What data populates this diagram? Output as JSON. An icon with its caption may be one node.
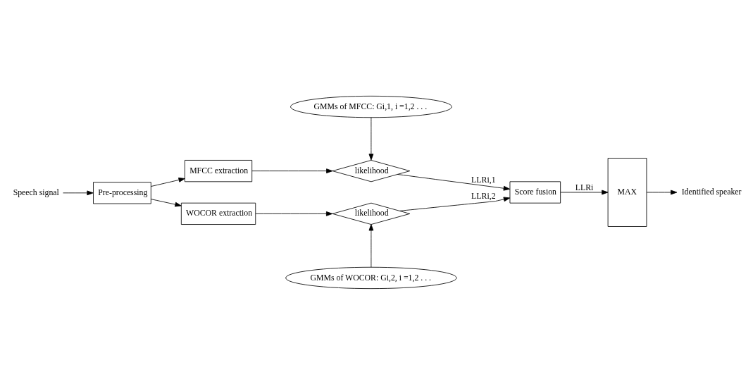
{
  "diagram": {
    "nodes": [
      {
        "text": [
          "Speech signal"
        ]
      },
      {
        "text": [
          "Pre-processing"
        ]
      },
      {
        "text": [
          "MFCC extraction"
        ]
      },
      {
        "text": [
          "WOCOR extraction"
        ]
      },
      {
        "text": [
          "GMMs of MFCC: Gi,1, i =1,2 . . ."
        ]
      },
      {
        "text": [
          "likelihood"
        ]
      },
      {
        "text": [
          "likelihood"
        ]
      },
      {
        "text": [
          "GMMs of WOCOR: Gi,2, i =1,2 . . ."
        ]
      },
      {
        "text": [
          "Score fusion"
        ]
      },
      {
        "text": [
          "MAX"
        ]
      },
      {
        "text": [
          "Identified speaker"
        ]
      }
    ],
    "edges": [
      {
        "from": 0,
        "to": 1,
        "arrow": "to"
      },
      {
        "from": 1,
        "to": 2,
        "arrow": "to"
      },
      {
        "from": 1,
        "to": 3,
        "arrow": "to"
      },
      {
        "from": 2,
        "to": 5,
        "arrow": "to"
      },
      {
        "from": 4,
        "to": 5,
        "arrow": "to"
      },
      {
        "from": 3,
        "to": 6,
        "arrow": "to"
      },
      {
        "from": 7,
        "to": 6,
        "arrow": "to"
      },
      {
        "from": 5,
        "to": 8,
        "arrow": "to",
        "label": "LLRi,1"
      },
      {
        "from": 6,
        "to": 8,
        "arrow": "to",
        "label": "LLRi,2"
      },
      {
        "from": 8,
        "to": 9,
        "arrow": "to",
        "label": "LLRi"
      },
      {
        "from": 9,
        "to": 10,
        "arrow": "to"
      }
    ]
  }
}
